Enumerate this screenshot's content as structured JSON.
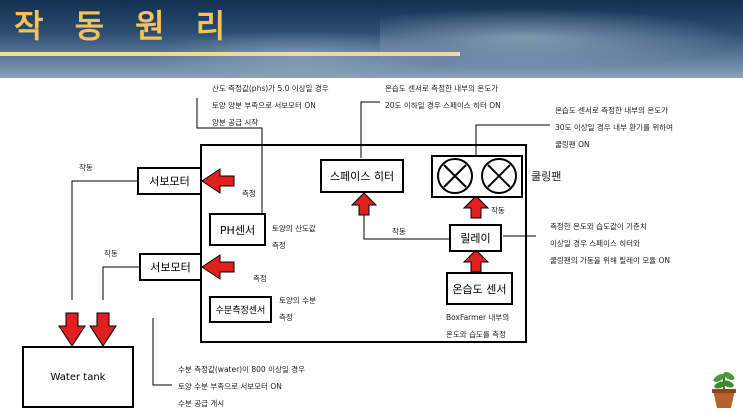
{
  "header": {
    "title": "작 동 원 리"
  },
  "components": {
    "servo_top": "서보모터",
    "servo_bottom": "서보모터",
    "ph_sensor": "PH센서",
    "moisture_sensor": "수분측정센서",
    "space_heater": "스페이스 히터",
    "relay": "릴레이",
    "temp_humidity_sensor": "온습도 센서",
    "water_tank": "Water tank",
    "cooling_fan": "쿨링팬"
  },
  "edge_labels": {
    "actuate_top": "작동",
    "actuate_bottom": "작동",
    "measure_ph": "측정",
    "measure_moisture": "측정",
    "actuate_relay_heater": "작동",
    "actuate_relay_fan": "작동"
  },
  "annotations": {
    "ph": [
      "산도 측정값(phs)가 5.0 이상일 경우",
      "토양 양분 부족으로 서보모터 ON",
      "양분 공급 시작"
    ],
    "heater": [
      "온습도 센서로 측정한 내부의 온도가",
      "20도 이하일 경우 스페이스 히터 ON"
    ],
    "fan": [
      "온습도 센서로 측정한 내부의 온도가",
      "30도 이상일 경우 내부 환기를 위하여",
      "쿨링팬 ON"
    ],
    "relay": [
      "측정한 온도와 습도값이 기준치",
      "이상일 경우 스페이스 히터와",
      "쿨링팬의 가동을 위해 릴레이 모듈 ON"
    ],
    "water": [
      "수분 측정값(water)이 800 이상일 경우",
      "토양 수분 부족으로 서보모터 ON",
      "수분 공급 개시"
    ],
    "ph_note": [
      "토양의 산도값",
      "측정"
    ],
    "moisture_note": [
      "토양의 수분",
      "측정"
    ],
    "boxfarmer_note": [
      "BoxFarmer 내부의",
      "온도와 습도를 측정"
    ]
  },
  "colors": {
    "arrow": "#e0201e",
    "title": "#f3c35a"
  },
  "icons": {
    "fan": "fan-icon",
    "plant": "potted-plant-icon"
  }
}
